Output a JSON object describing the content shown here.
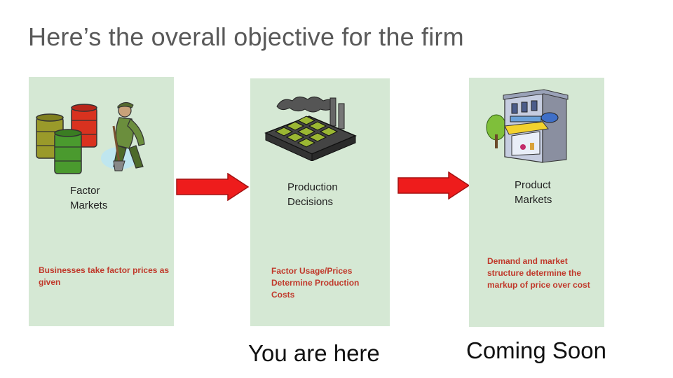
{
  "slide": {
    "title": "Here’s the overall objective for the firm"
  },
  "panels": [
    {
      "label": "Factor\nMarkets",
      "note": "Businesses take factor prices as\ngiven",
      "illustration": "worker-with-barrels"
    },
    {
      "label": "Production\nDecisions",
      "note": "Factor Usage/Prices\nDetermine Production\nCosts",
      "illustration": "factory"
    },
    {
      "label": "Product\nMarkets",
      "note": "Demand and market\nstructure determine the\nmarkup of price over cost",
      "illustration": "storefront"
    }
  ],
  "footer": {
    "you_are_here": "You are here",
    "coming_soon": "Coming Soon"
  },
  "colors": {
    "panel_bg": "#d5e8d4",
    "arrow_fill": "#ee1c1c",
    "note_text": "#c0392b",
    "title_text": "#595959"
  }
}
